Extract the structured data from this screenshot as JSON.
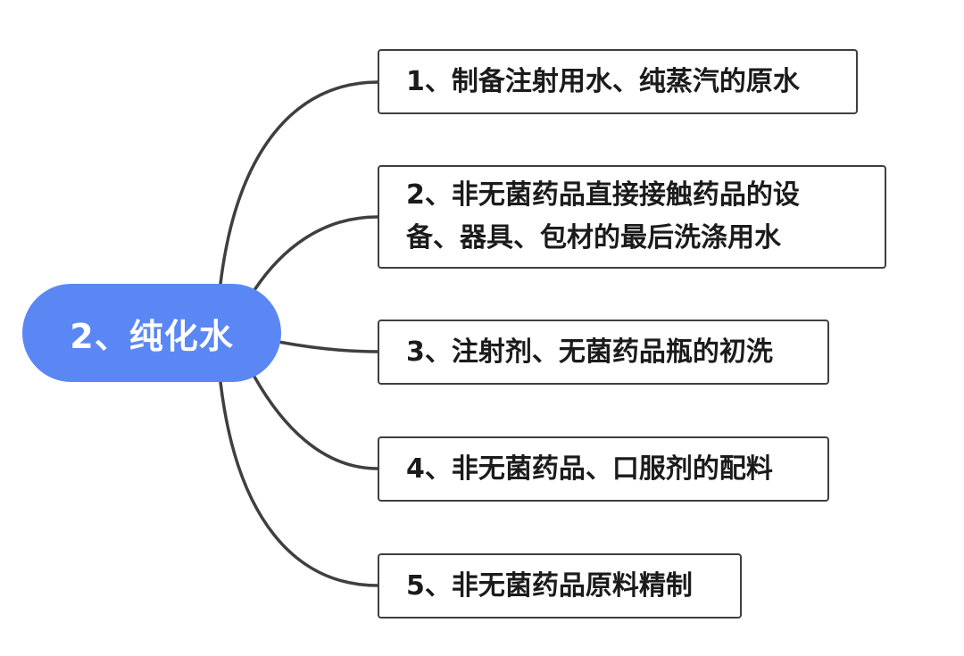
{
  "root": {
    "label": "2、纯化水",
    "color": "#5b87f5"
  },
  "branches": [
    {
      "label": "1、制备注射用水、纯蒸汽的原水"
    },
    {
      "label": "2、非无菌药品直接接触药品的设\n备、器具、包材的最后洗涤用水"
    },
    {
      "label": "3、注射剂、无菌药品瓶的初洗"
    },
    {
      "label": "4、非无菌药品、口服剂的配料"
    },
    {
      "label": "5、非无菌药品原料精制"
    }
  ],
  "line_color": "#3f3f3f"
}
